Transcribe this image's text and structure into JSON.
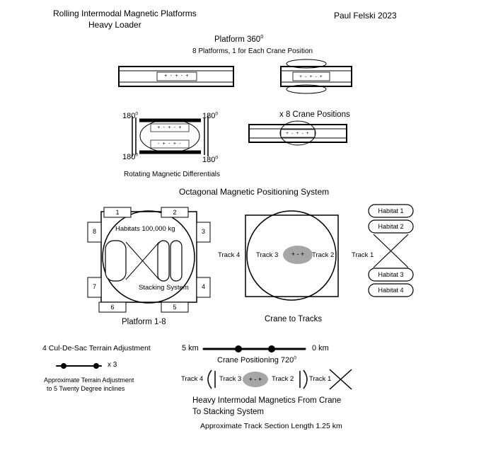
{
  "header": {
    "title_line1": "Rolling Intermodal Magnetic Platforms",
    "title_line2": "Heavy Loader",
    "author": "Paul Felski 2023"
  },
  "colors": {
    "ink": "#000000",
    "crane_fill": "#a6a6a6"
  },
  "platform360": {
    "title": "Platform 360",
    "degree_sup": "0",
    "subtitle": "8 Platforms, 1 for Each Crane Position",
    "left_bar_magnets": "+ - + - +",
    "right_bar_magnets": "+ - + - +"
  },
  "rotating_differentials": {
    "angle_labels": [
      "180",
      "180",
      "180",
      "180"
    ],
    "degree_sup": "0",
    "magnets_top": "+ - + - +",
    "magnets_bottom": "- + - + -",
    "caption": "Rotating Magnetic Differentials"
  },
  "crane_positions": {
    "label": "x 8 Crane Positions",
    "bar_magnets": "+ - + - +"
  },
  "octagonal_heading": "Octagonal Magnetic Positioning System",
  "platform_1_8": {
    "position_numbers": [
      "1",
      "2",
      "3",
      "4",
      "5",
      "6",
      "7",
      "8"
    ],
    "habitats_label": "Habitats 100,000 kg",
    "stacking_label": "Stacking System",
    "caption": "Platform 1-8"
  },
  "crane_to_tracks": {
    "track_labels": [
      "Track 4",
      "Track 3",
      "Track 2",
      "Track 1"
    ],
    "crane_magnets": "+ - +",
    "caption": "Crane to Tracks"
  },
  "habitat_stack": {
    "labels": [
      "Habitat 1",
      "Habitat 2",
      "Habitat 3",
      "Habitat 4"
    ]
  },
  "terrain_adjustment": {
    "title": "4 Cul-De-Sac Terrain Adjustment",
    "multiplier": "x 3",
    "note_line1": "Approximate Terrain Adjustment",
    "note_line2": "to 5 Twenty Degree inclines"
  },
  "track_scale": {
    "left_label": "5 km",
    "right_label": "0 km",
    "crane_positioning": "Crane Positioning 720",
    "degree_sup": "0"
  },
  "bottom_tracks": {
    "track4": "Track 4",
    "track3": "Track 3",
    "track2": "Track 2",
    "track1": "Track 1",
    "crane_magnets": "+ - +"
  },
  "footer": {
    "line1": "Heavy Intermodal Magnetics From Crane",
    "line2": "To Stacking System",
    "line3": "Approximate Track Section Length 1.25 km"
  }
}
